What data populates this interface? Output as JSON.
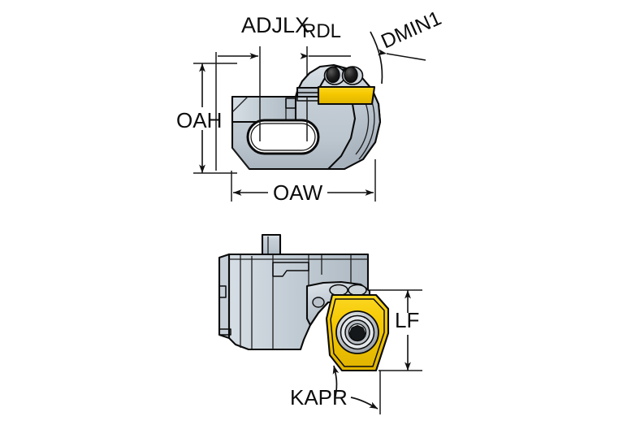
{
  "drawing": {
    "title": "Cutting head dimension drawing",
    "view_top": {
      "name": "end-view",
      "labels": {
        "adjlx": "ADJLX",
        "rdl": "RDL",
        "dmin1": "DMIN1",
        "oah": "OAH",
        "oaw": "OAW"
      }
    },
    "view_bottom": {
      "name": "side-view",
      "labels": {
        "lf": "LF",
        "kapr": "KAPR"
      }
    },
    "colors": {
      "body_fill": "#bfc9d2",
      "body_fill_light": "#d4dce3",
      "body_fill_dark": "#9facb8",
      "insert_yellow": "#f5c800",
      "insert_yellow_dark": "#d9ae00",
      "outline": "#0a0a0a",
      "screw_grey": "#c9cdd1",
      "hole_dark": "#171717",
      "background": "#ffffff"
    }
  }
}
